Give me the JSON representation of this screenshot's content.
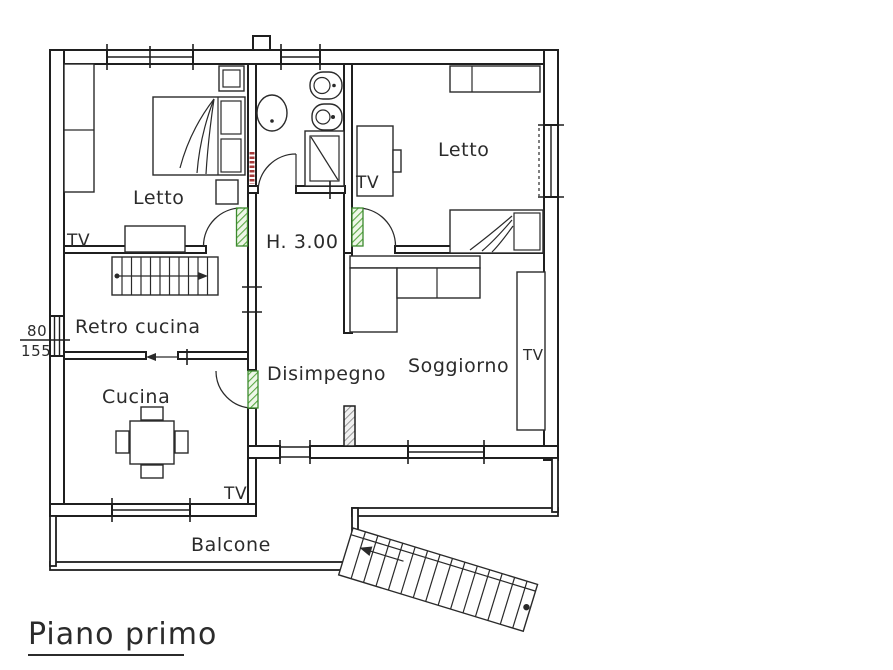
{
  "plan": {
    "title": "Piano primo",
    "rooms": {
      "letto_1": "Letto",
      "letto_2": "Letto",
      "retro_cucina": "Retro cucina",
      "cucina": "Cucina",
      "disimpegno": "Disimpegno",
      "soggiorno": "Soggiorno",
      "balcone": "Balcone"
    },
    "annotations": {
      "ceiling_height": "H. 3.00",
      "tv": "TV",
      "dim_top": "80",
      "dim_bottom": "155"
    },
    "colors": {
      "wall_line": "#1f1f1f",
      "door_hatch_green": "#5aa844",
      "marker_red": "#a53a3a"
    }
  }
}
